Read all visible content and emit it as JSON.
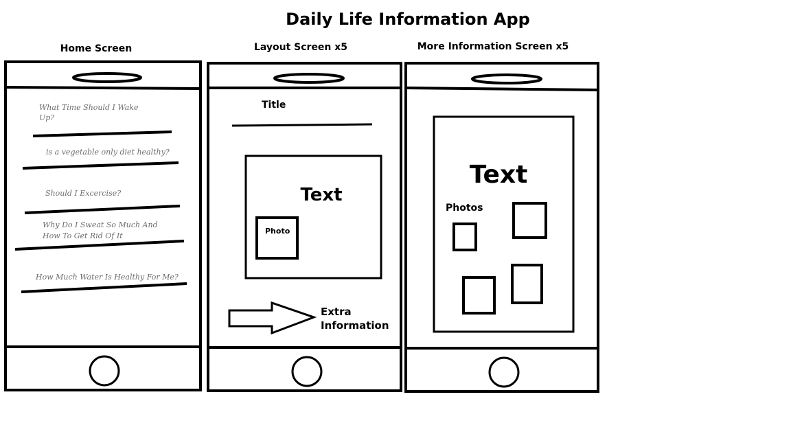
{
  "title": "Daily Life Information App",
  "home_screen": {
    "label": "Home Screen",
    "items": [
      [
        "What Time Should I Wake",
        "Up?"
      ],
      [
        "is a vegetable only diet healthy?"
      ],
      [
        "Should I Excercise?"
      ],
      [
        "Why Do I Sweat So Much And",
        "How To Get Rid Of It"
      ],
      [
        "How Much Water Is Healthy For Me?"
      ]
    ]
  },
  "layout_screen": {
    "label": "Layout Screen x5",
    "title_label": "Title",
    "text_label": "Text",
    "photo_label": "Photo",
    "extra_label": [
      "Extra",
      "Information"
    ]
  },
  "more_info_screen": {
    "label": "More Information Screen x5",
    "text_label": "Text",
    "photos_label": "Photos"
  },
  "colors": {
    "ink": "#000000",
    "pencil_text": "#6e6e6e",
    "background": "#ffffff"
  }
}
